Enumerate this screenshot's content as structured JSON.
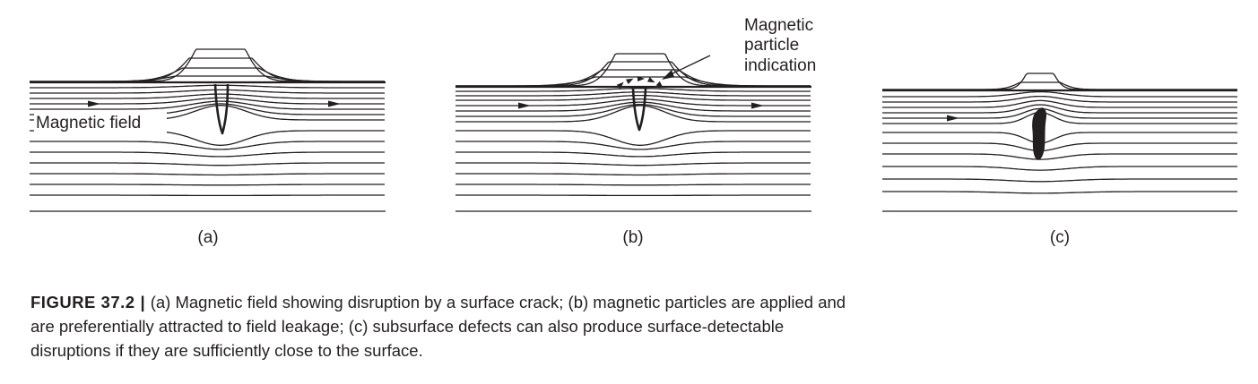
{
  "figure": {
    "panels": [
      {
        "id": "a",
        "label": "(a)",
        "annotation": "Magnetic field"
      },
      {
        "id": "b",
        "label": "(b)",
        "annotation_lines": [
          "Magnetic",
          "particle",
          "indication"
        ]
      },
      {
        "id": "c",
        "label": "(c)"
      }
    ]
  },
  "caption": {
    "figure_number": "FIGURE 37.2",
    "separator": "|",
    "text": "(a) Magnetic field showing disruption by a surface crack; (b) magnetic particles are applied and are preferentially attracted to field leakage; (c) subsurface defects can also produce surface-detectable disruptions if they are sufficiently close to the surface."
  },
  "colors": {
    "ink": "#231f20",
    "background": "#ffffff"
  }
}
